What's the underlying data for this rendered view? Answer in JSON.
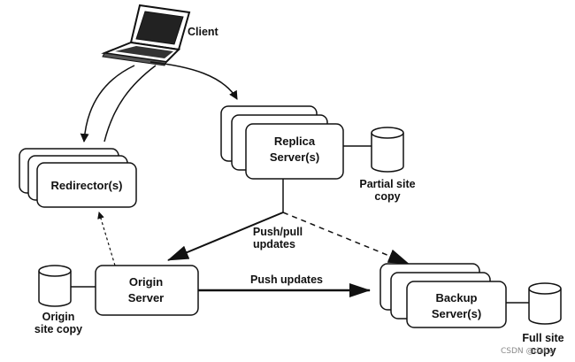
{
  "nodes": {
    "client": {
      "label": "Client"
    },
    "redirector": {
      "label": "Redirector(s)"
    },
    "replica": {
      "label_line1": "Replica",
      "label_line2": "Server(s)"
    },
    "partial_copy": {
      "label_line1": "Partial site",
      "label_line2": "copy"
    },
    "origin": {
      "label_line1": "Origin",
      "label_line2": "Server"
    },
    "origin_copy": {
      "label_line1": "Origin",
      "label_line2": "site copy"
    },
    "backup": {
      "label_line1": "Backup",
      "label_line2": "Server(s)"
    },
    "full_copy": {
      "label_line1": "Full site",
      "label_line2": "copy"
    }
  },
  "edges": {
    "push_pull": {
      "label_line1": "Push/pull",
      "label_line2": "updates"
    },
    "push": {
      "label": "Push updates"
    }
  },
  "watermark": "CSDN @dahe",
  "colors": {
    "stroke": "#111111",
    "fill": "#ffffff",
    "text": "#111111",
    "watermark": "#8a8a8a"
  }
}
